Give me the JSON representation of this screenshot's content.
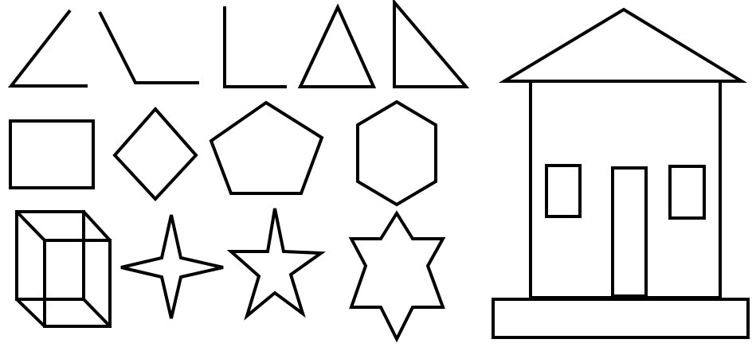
{
  "figure": {
    "background": "#ffffff",
    "stroke_color": "#000000",
    "shapes": [
      {
        "id": "acute-angle",
        "kind": "angle"
      },
      {
        "id": "obtuse-angle",
        "kind": "angle"
      },
      {
        "id": "right-angle",
        "kind": "angle"
      },
      {
        "id": "isosceles-triangle",
        "kind": "triangle"
      },
      {
        "id": "right-triangle",
        "kind": "triangle"
      },
      {
        "id": "rectangle",
        "kind": "quadrilateral"
      },
      {
        "id": "rhombus",
        "kind": "quadrilateral"
      },
      {
        "id": "pentagon",
        "kind": "polygon"
      },
      {
        "id": "hexagon",
        "kind": "polygon"
      },
      {
        "id": "cuboid",
        "kind": "solid"
      },
      {
        "id": "four-point-star",
        "kind": "star"
      },
      {
        "id": "five-point-star",
        "kind": "star"
      },
      {
        "id": "six-point-star",
        "kind": "star"
      },
      {
        "id": "house",
        "kind": "composite"
      }
    ]
  }
}
